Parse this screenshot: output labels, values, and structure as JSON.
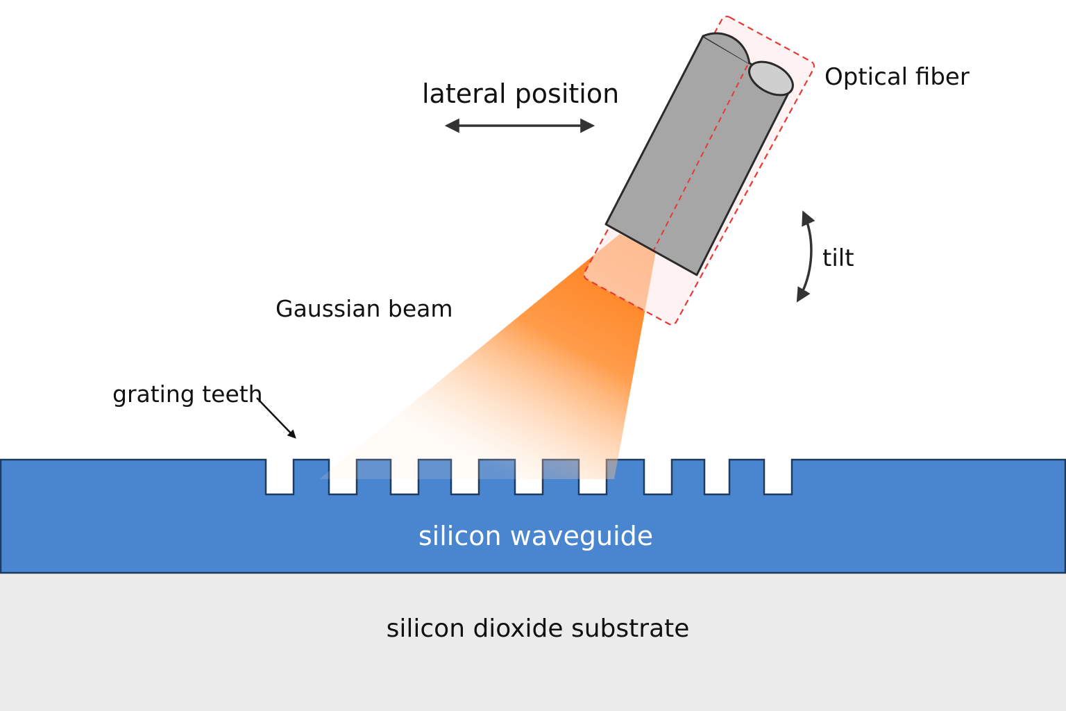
{
  "labels": {
    "lateral_position": "lateral position",
    "optical_fiber": "Optical fiber",
    "tilt": "tilt",
    "gaussian_beam": "Gaussian beam",
    "grating_teeth": "grating teeth",
    "waveguide": "silicon waveguide",
    "substrate": "silicon dioxide substrate"
  },
  "colors": {
    "waveguide": "#4a86cf",
    "waveguide_outline": "#1f3a5f",
    "substrate": "#ebebeb",
    "fiber": "#a6a6a6",
    "fiber_end": "#cfcfcf",
    "beam": "#ff7a12",
    "tolerance_box": "#e53935",
    "arrow": "#333333"
  },
  "grating": {
    "groove_count": 9
  }
}
